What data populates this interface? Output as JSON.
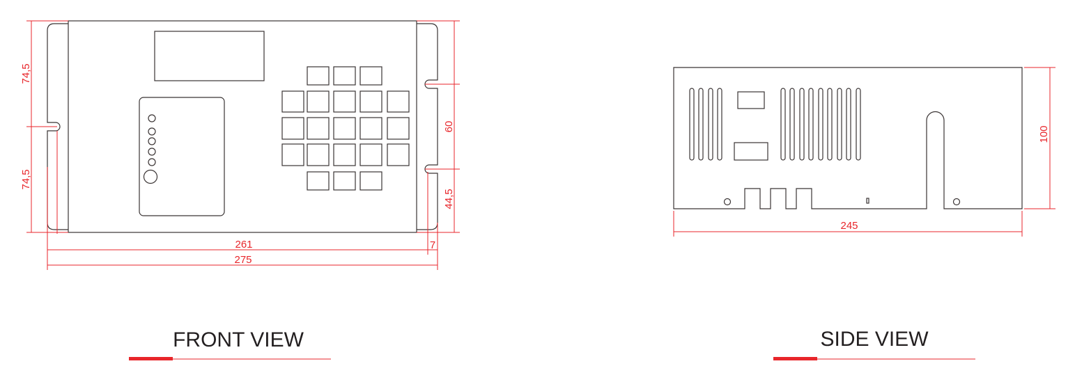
{
  "front_view": {
    "title": "FRONT VIEW",
    "dimensions": {
      "left_upper": "74,5",
      "left_lower": "74,5",
      "right_middle": "60",
      "right_lower": "44,5",
      "inner_width": "261",
      "flange_offset": "7",
      "overall_width": "275"
    }
  },
  "side_view": {
    "title": "SIDE VIEW",
    "dimensions": {
      "length": "245",
      "height": "100"
    }
  },
  "colors": {
    "dimension": "#e8262b",
    "outline": "#3a3434"
  }
}
